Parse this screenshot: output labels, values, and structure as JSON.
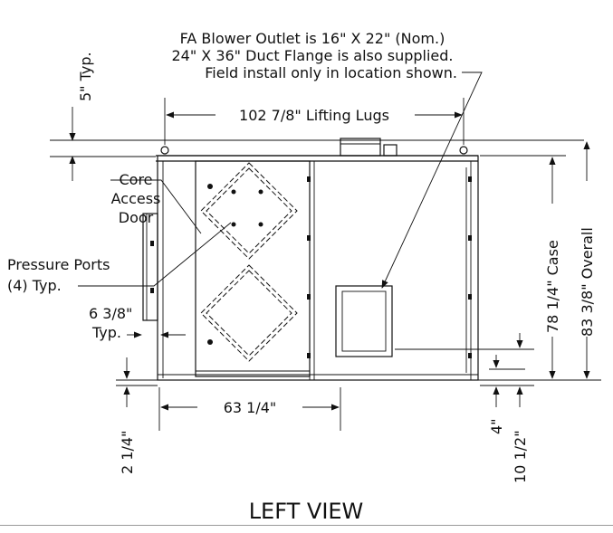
{
  "title": "LEFT VIEW",
  "callouts": {
    "fa_line1": "FA Blower Outlet is 16\" X 22\" (Nom.)",
    "fa_line2": "24\" X 36\" Duct Flange is also supplied.",
    "fa_line3": "Field install only in location shown.",
    "core_line1": "Core",
    "core_line2": "Access",
    "core_line3": "Door",
    "pressure_line1": "Pressure Ports",
    "pressure_line2": "(4) Typ."
  },
  "dimensions": {
    "top_offset": "5\" Typ.",
    "lifting_lugs": "102 7/8\" Lifting Lugs",
    "case_height": "78 1/4\" Case",
    "overall_height": "83 3/8\" Overall",
    "door_offset_line1": "6 3/8\"",
    "door_offset_line2": "Typ.",
    "outlet_width": "63 1/4\"",
    "bottom_left": "2 1/4\"",
    "bottom_right_a": "4\"",
    "bottom_right_b": "10 1/2\""
  },
  "colors": {
    "line": "#111111",
    "rule": "#9a9a9a",
    "background": "#ffffff"
  }
}
